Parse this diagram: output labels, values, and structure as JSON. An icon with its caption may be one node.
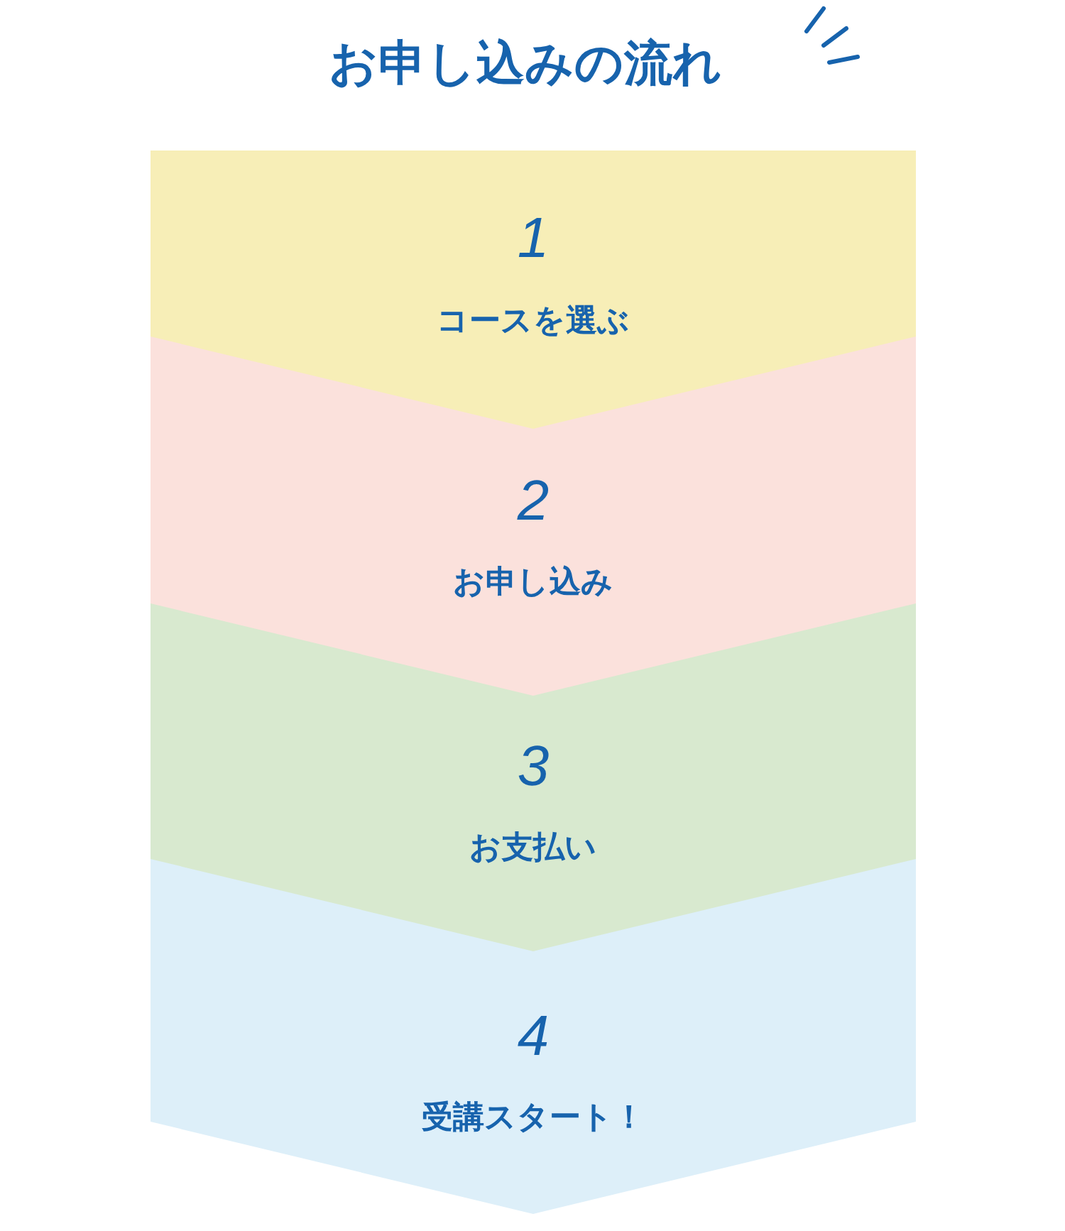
{
  "diagram": {
    "title": "お申し込みの流れ",
    "nodes": [
      {
        "text": [
          "1",
          "コースを選ぶ"
        ]
      },
      {
        "text": [
          "2",
          "お申し込み"
        ]
      },
      {
        "text": [
          "3",
          "お支払い"
        ]
      },
      {
        "text": [
          "4",
          "受講スタート！"
        ]
      }
    ]
  }
}
